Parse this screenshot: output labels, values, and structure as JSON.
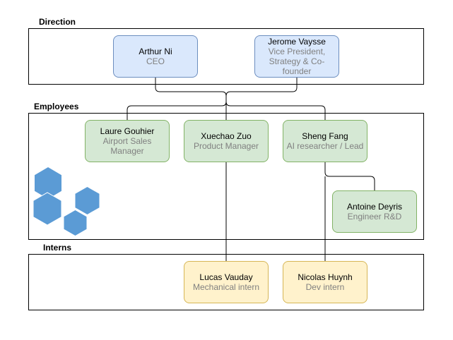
{
  "sections": {
    "direction": "Direction",
    "employees": "Employees",
    "interns": "Interns"
  },
  "nodes": {
    "arthur": {
      "name": "Arthur Ni",
      "role": "CEO"
    },
    "jerome": {
      "name": "Jerome Vaysse",
      "role": "Vice President, Strategy & Co-founder"
    },
    "laure": {
      "name": "Laure Gouhier",
      "role": "Airport Sales Manager"
    },
    "xuechao": {
      "name": "Xuechao Zuo",
      "role": "Product Manager"
    },
    "sheng": {
      "name": "Sheng Fang",
      "role": "AI researcher / Lead"
    },
    "antoine": {
      "name": "Antoine Deyris",
      "role": "Engineer R&D"
    },
    "lucas": {
      "name": "Lucas Vauday",
      "role": "Mechanical intern"
    },
    "nicolas": {
      "name": "Nicolas Huynh",
      "role": "Dev intern"
    }
  },
  "colors": {
    "direction_fill": "#dae8fc",
    "employee_fill": "#d5e8d4",
    "intern_fill": "#fff2cc",
    "logo_blue": "#5b9bd5"
  },
  "logo_icon": "hexagon-cluster-icon"
}
